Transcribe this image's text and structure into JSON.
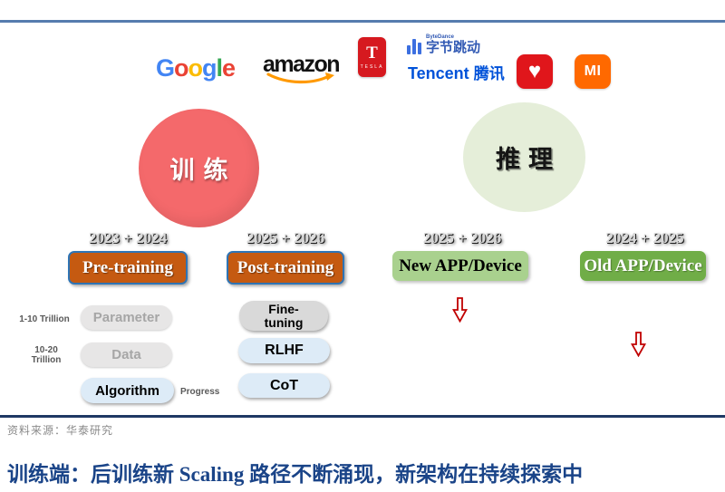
{
  "colors": {
    "top_line": "#567CAE",
    "bottom_line": "#1F3864",
    "train_circle": "#F4696B",
    "infer_circle": "#E5EED9",
    "orange_button": "#C55A11",
    "orange_button_border": "#2E74B5",
    "light_green_button": "#A9D18E",
    "dark_green_button": "#70AD47",
    "pill_gray": "#E7E6E6",
    "pill_light_blue": "#DDEBF7",
    "arrow_red": "#C00000",
    "headline_blue": "#1A4488",
    "google_letters": [
      "#4285F4",
      "#EA4335",
      "#FBBC05",
      "#4285F4",
      "#34A853",
      "#EA4335"
    ],
    "amazon_smile": "#FF9900",
    "tesla_red": "#D6191F",
    "bytedance_blue": "#325AB4",
    "tencent_blue": "#0052D9",
    "heart_app_red": "#E0161B",
    "xiaomi_orange": "#FF6900"
  },
  "logos": {
    "google": {
      "letters": [
        "G",
        "o",
        "o",
        "g",
        "l",
        "e"
      ]
    },
    "amazon": {
      "word": "amazon"
    },
    "tesla": {
      "t": "T",
      "word": "TESLA"
    },
    "bytedance": {
      "brand": "ByteDance",
      "cn": "字节跳动"
    },
    "tencent": {
      "brand": "Tencent",
      "cn": "腾讯"
    },
    "heart_app": {
      "glyph": "♥"
    },
    "xiaomi": {
      "label": "MI"
    }
  },
  "circles": {
    "train": "训练",
    "infer": "推理"
  },
  "columns": [
    {
      "year": "2023 + 2024",
      "button": "Pre-training"
    },
    {
      "year": "2025 + 2026",
      "button": "Post-training"
    },
    {
      "year": "2025 + 2026",
      "button": "New APP/Device"
    },
    {
      "year": "2024 + 2025",
      "button": "Old APP/Device"
    }
  ],
  "pretrain_items": [
    {
      "side": "1-10 Trillion",
      "label": "Parameter"
    },
    {
      "side": "10-20 Trillion",
      "label": "Data"
    },
    {
      "side": "Progress",
      "label": "Algorithm"
    }
  ],
  "posttrain_items": [
    {
      "label": "Fine-tuning"
    },
    {
      "label": "RLHF"
    },
    {
      "label": "CoT"
    }
  ],
  "footer": {
    "source": "资料来源：华泰研究",
    "headline": "训练端：后训练新 Scaling 路径不断涌现，新架构在持续探索中"
  }
}
